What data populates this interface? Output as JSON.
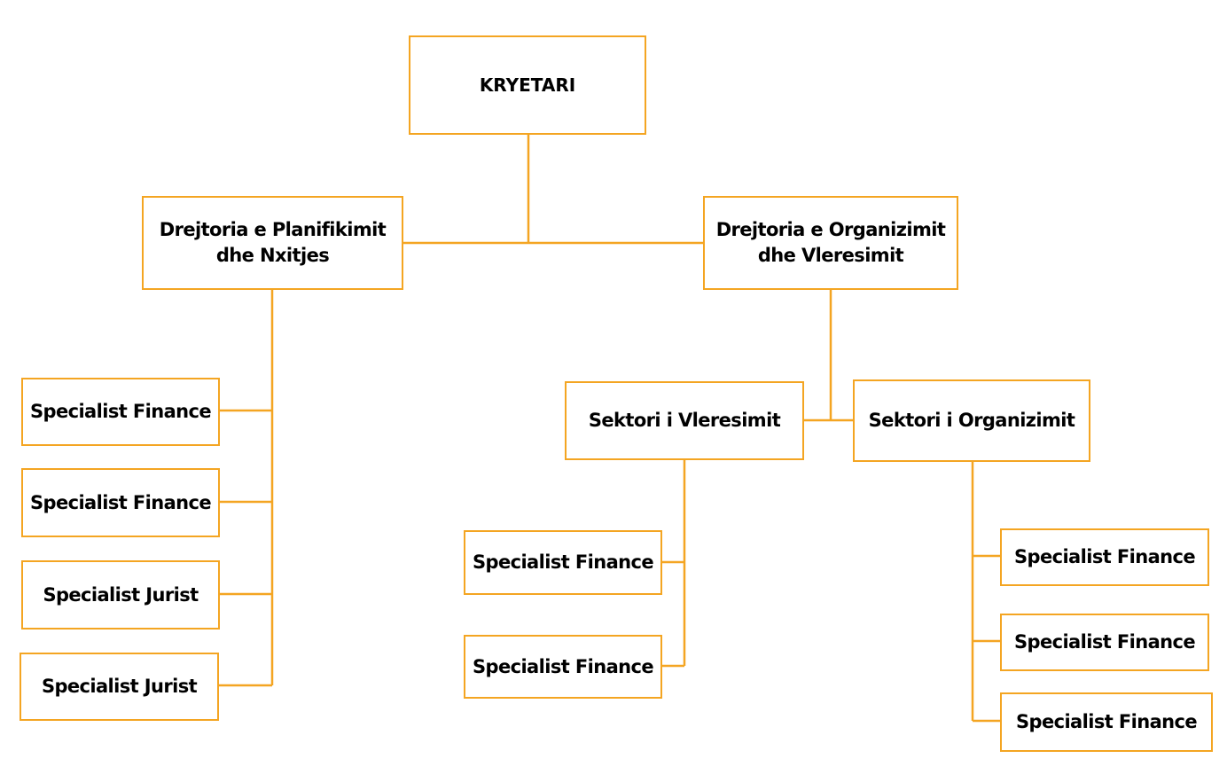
{
  "org_chart": {
    "root": {
      "label": "KRYETARI"
    },
    "directorates": {
      "planning": {
        "label": "Drejtoria e Planifikimit\ndhe Nxitjes"
      },
      "organization": {
        "label": "Drejtoria e Organizimit\ndhe Vleresimit"
      }
    },
    "sectors": {
      "evaluation": {
        "label": "Sektori i Vleresimit"
      },
      "organization": {
        "label": "Sektori i Organizimit"
      }
    },
    "planning_staff": [
      {
        "label": "Specialist Finance"
      },
      {
        "label": "Specialist Finance"
      },
      {
        "label": "Specialist Jurist"
      },
      {
        "label": "Specialist Jurist"
      }
    ],
    "evaluation_staff": [
      {
        "label": "Specialist Finance"
      },
      {
        "label": "Specialist Finance"
      }
    ],
    "organization_staff": [
      {
        "label": "Specialist Finance"
      },
      {
        "label": "Specialist Finance"
      },
      {
        "label": "Specialist Finance"
      }
    ]
  },
  "colors": {
    "line": "#F4A522",
    "box_border": "#F4A522",
    "text": "#000000",
    "background": "#ffffff"
  }
}
